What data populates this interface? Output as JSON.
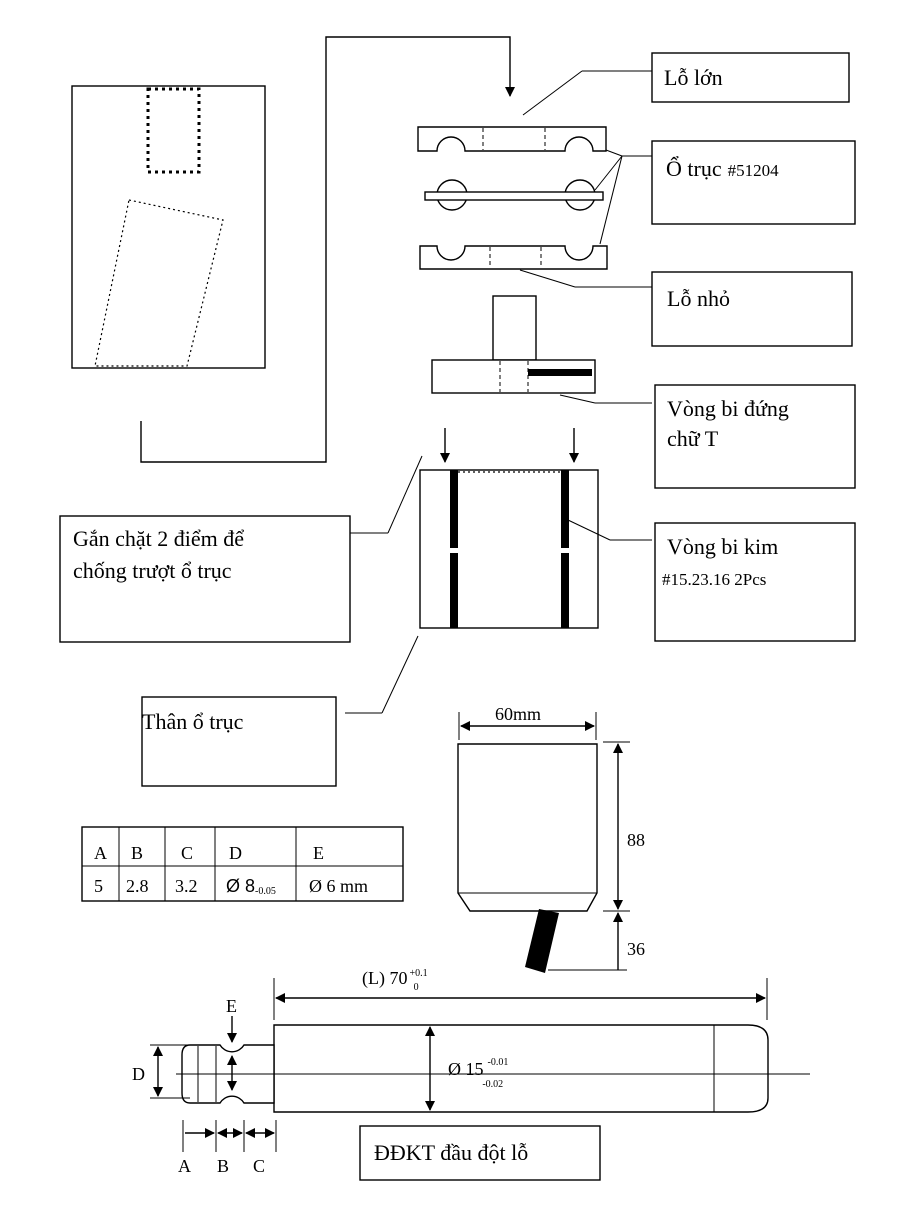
{
  "labels": {
    "lo_lon": "Lỗ lớn",
    "o_truc_title": "Ổ trục",
    "o_truc_code": "#51204",
    "lo_nho": "Lỗ nhỏ",
    "vong_bi_dung_1": "Vòng bi đứng",
    "vong_bi_dung_2": "chữ T",
    "gan_chat_1": "Gắn chặt 2 điểm để",
    "gan_chat_2": "chống trượt ổ trục",
    "vong_bi_kim_1": "Vòng bi kim",
    "vong_bi_kim_2": "#15.23.16 2Pcs",
    "than_o_truc": "Thân ổ trục",
    "ddkt": "ĐĐKT đầu đột lỗ"
  },
  "dimensions": {
    "width_60": "60mm",
    "height_88": "88",
    "height_36": "36",
    "length_prefix": "(L) 70",
    "length_tol_upper": "+0.1",
    "length_tol_lower": "0",
    "dia_15": "Ø 15",
    "dia_tol_upper": "-0.01",
    "dia_tol_lower": "-0.02",
    "label_A": "A",
    "label_B": "B",
    "label_C": "C",
    "label_D": "D",
    "label_E": "E"
  },
  "table": {
    "headers": [
      "A",
      "B",
      "C",
      "D",
      "E"
    ],
    "row": {
      "a": "5",
      "b": "2.8",
      "c": "3.2",
      "d_main": "Ø 8",
      "d_tol": "-0.05",
      "e": "Ø 6 mm"
    }
  }
}
